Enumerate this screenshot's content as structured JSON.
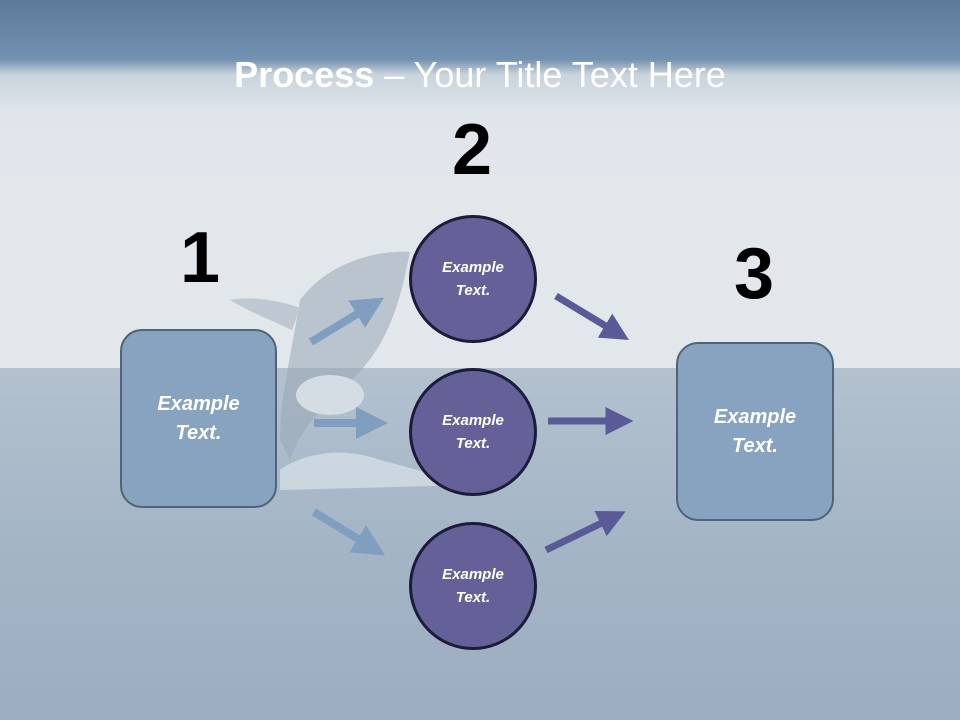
{
  "slide": {
    "title_bold": "Process",
    "title_rest": " – Your Title Text Here"
  },
  "steps": [
    {
      "number": "1",
      "text": "Example\nText."
    },
    {
      "number": "2",
      "items": [
        "Example\nText.",
        "Example\nText.",
        "Example\nText."
      ]
    },
    {
      "number": "3",
      "text": "Example\nText."
    }
  ],
  "colors": {
    "box_fill": "#87a3bf",
    "circle_fill": "#636198",
    "arrow_left": "#7f9ec0",
    "arrow_right": "#5a5a96"
  }
}
